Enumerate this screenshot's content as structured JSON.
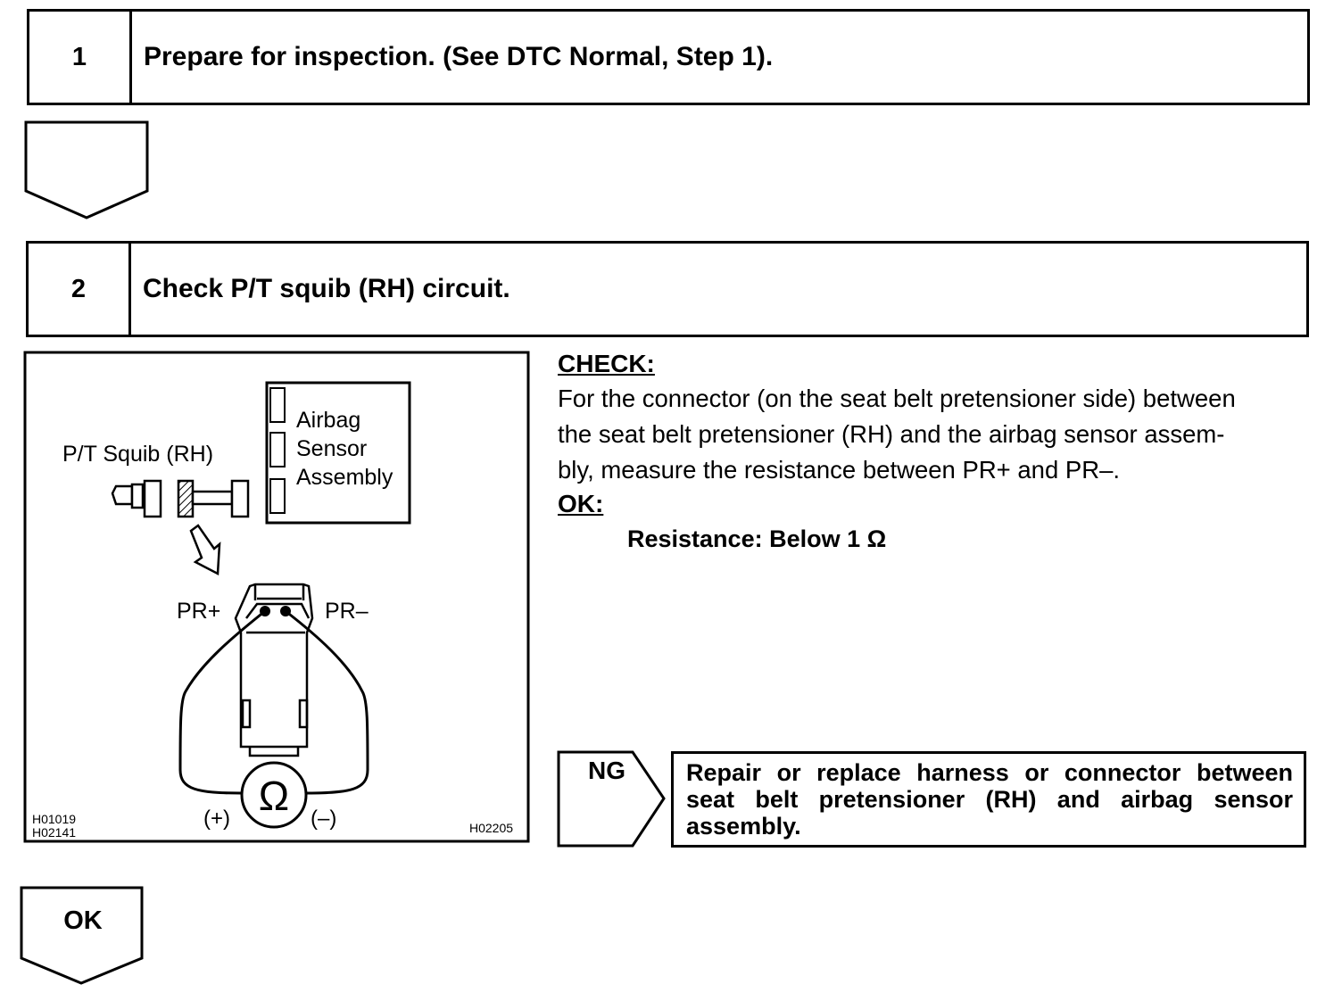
{
  "step1": {
    "number": "1",
    "title": "Prepare for inspection. (See DTC Normal, Step 1)."
  },
  "step2": {
    "number": "2",
    "title": "Check P/T squib (RH) circuit."
  },
  "diagram": {
    "squib_label": "P/T Squib (RH)",
    "sensor_label_line1": "Airbag",
    "sensor_label_line2": "Sensor",
    "sensor_label_line3": "Assembly",
    "terminal_plus": "PR+",
    "terminal_minus": "PR–",
    "meter_symbol": "Ω",
    "probe_plus": "(+)",
    "probe_minus": "(–)",
    "code_left_1": "H01019",
    "code_left_2": "H02141",
    "code_right": "H02205"
  },
  "check": {
    "heading": "CHECK:",
    "line1": "For the connector (on the seat belt pretensioner side) between",
    "line2": "the seat belt pretensioner (RH) and the airbag sensor assem-",
    "line3": "bly, measure the resistance between PR+ and PR–.",
    "ok_heading": "OK:",
    "spec": "Resistance: Below 1 Ω"
  },
  "ng": {
    "label": "NG",
    "action": "Repair or replace harness or connector between seat belt pretensioner (RH) and airbag sensor assembly."
  },
  "ok_label": "OK"
}
